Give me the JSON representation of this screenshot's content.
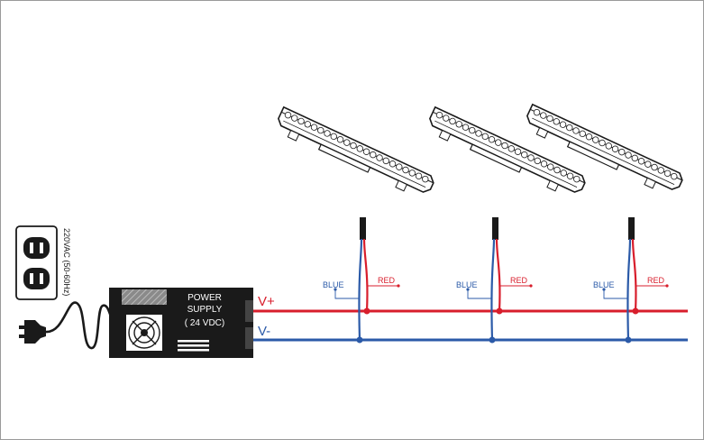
{
  "outlet": {
    "voltage_label": "220VAC (50-60Hz)"
  },
  "power_supply": {
    "line1": "POWER",
    "line2": "SUPPLY",
    "line3": "( 24 VDC)"
  },
  "bus": {
    "positive_label": "V+",
    "negative_label": "V-"
  },
  "fixtures": [
    {
      "blue_label": "BLUE",
      "red_label": "RED"
    },
    {
      "blue_label": "BLUE",
      "red_label": "RED"
    },
    {
      "blue_label": "BLUE",
      "red_label": "RED"
    }
  ],
  "colors": {
    "positive": "#d81e2c",
    "negative": "#2b5aa8",
    "body": "#1a1a1a"
  }
}
